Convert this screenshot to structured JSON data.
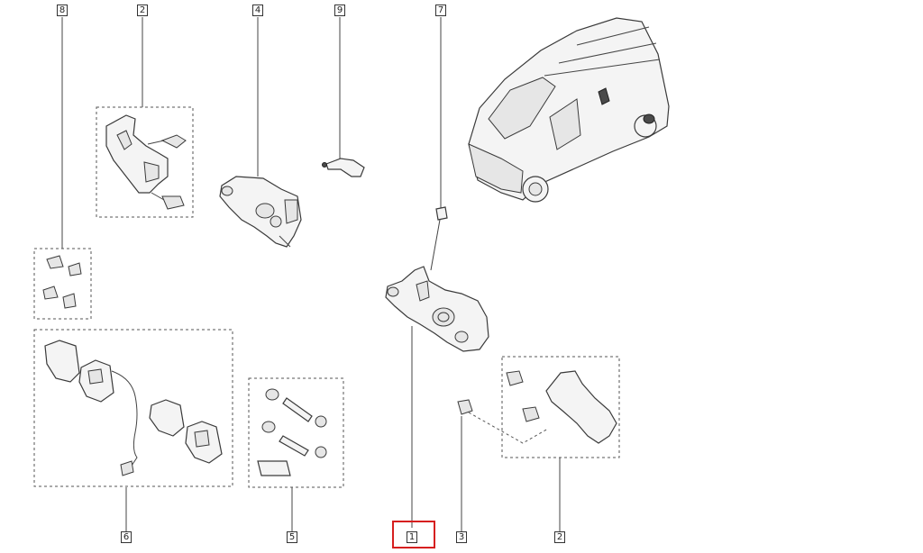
{
  "callouts": {
    "c8_top": "8",
    "c2_top": "2",
    "c4_top": "4",
    "c9_top": "9",
    "c7_top": "7",
    "c6_bottom": "6",
    "c5_bottom": "5",
    "c1_bottom": "1",
    "c3_bottom": "3",
    "c2_bottom": "2"
  },
  "selected_callout": "1",
  "colors": {
    "highlight": "#d61f1f",
    "line": "#444444"
  }
}
